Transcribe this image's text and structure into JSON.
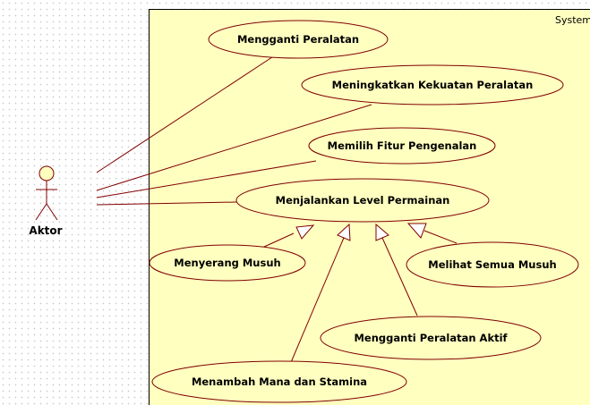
{
  "diagram": {
    "type": "use-case",
    "system": {
      "label": "System",
      "fill": "#ffffc0",
      "border": "#000000"
    },
    "actor": {
      "label": "Aktor",
      "fill": "#ffffc0"
    },
    "use_cases": {
      "mengganti_peralatan": "Mengganti Peralatan",
      "meningkatkan_kekuatan": "Meningkatkan Kekuatan Peralatan",
      "memilih_fitur": "Memilih Fitur Pengenalan",
      "menjalankan_level": "Menjalankan Level Permainan",
      "menyerang_musuh": "Menyerang Musuh",
      "melihat_semua_musuh": "Melihat Semua Musuh",
      "mengganti_peralatan_aktif": "Mengganti Peralatan Aktif",
      "menambah_mana": "Menambah Mana dan Stamina"
    },
    "colors": {
      "usecase_fill": "#ffffc0",
      "association_line": "#800000",
      "generalization_line": "#800000",
      "arrowhead_fill": "#ffffff"
    },
    "associations": [
      [
        "actor",
        "mengganti_peralatan"
      ],
      [
        "actor",
        "meningkatkan_kekuatan"
      ],
      [
        "actor",
        "memilih_fitur"
      ],
      [
        "actor",
        "menjalankan_level"
      ]
    ],
    "generalizations": [
      [
        "menyerang_musuh",
        "menjalankan_level"
      ],
      [
        "menambah_mana",
        "menjalankan_level"
      ],
      [
        "mengganti_peralatan_aktif",
        "menjalankan_level"
      ],
      [
        "melihat_semua_musuh",
        "menjalankan_level"
      ]
    ]
  }
}
